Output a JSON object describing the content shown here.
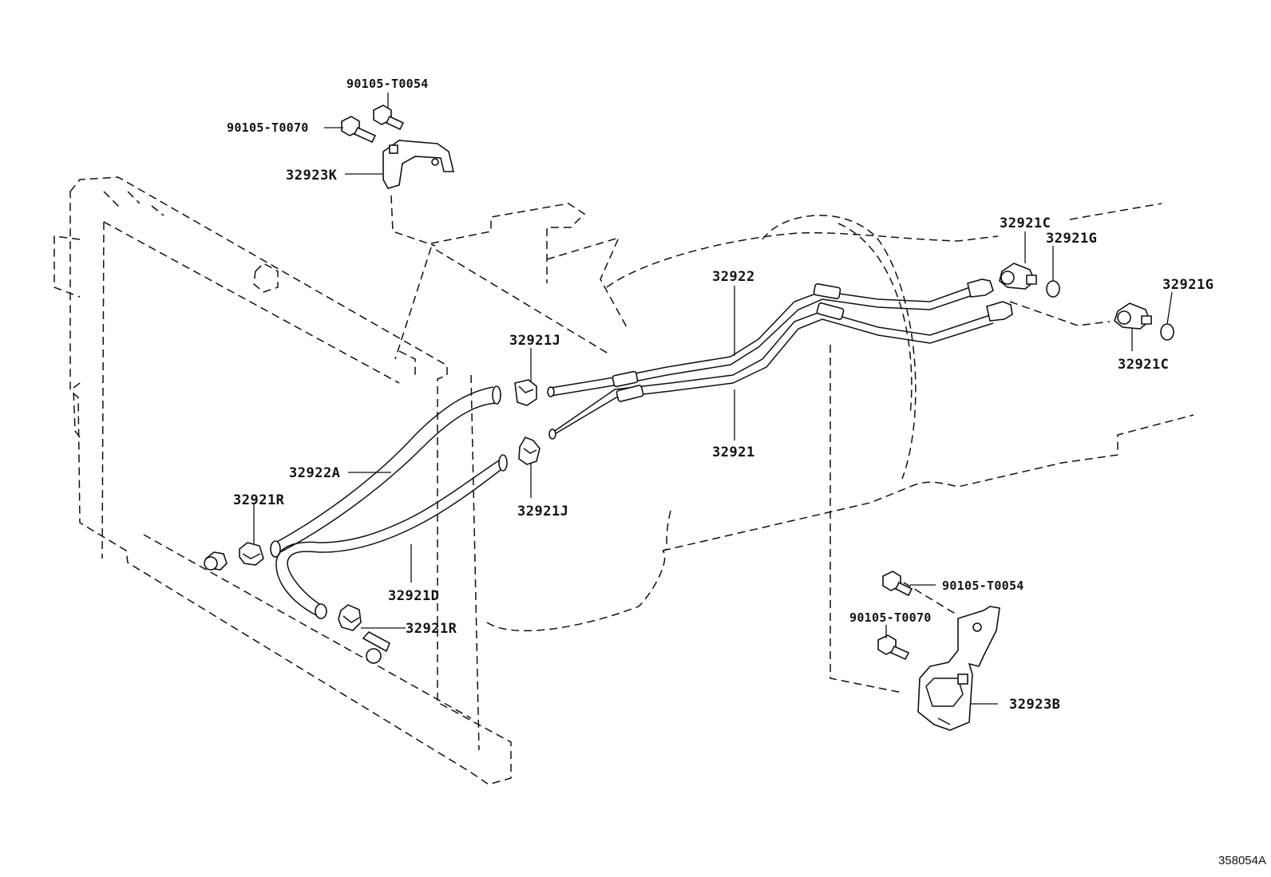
{
  "labels": {
    "bolt_top_a": "90105-T0054",
    "bolt_top_b": "90105-T0070",
    "bracket_top": "32923K",
    "union_upper": "32921C",
    "gasket_upper": "32921G",
    "gasket_lower": "32921G",
    "union_lower": "32921C",
    "tube_upper": "32922",
    "tube_lower": "32921",
    "clamp_j_upper": "32921J",
    "clamp_j_lower": "32921J",
    "hose_upper": "32922A",
    "clamp_r_upper": "32921R",
    "hose_lower": "32921D",
    "clamp_r_lower": "32921R",
    "bolt_bottom_a": "90105-T0054",
    "bolt_bottom_b": "90105-T0070",
    "bracket_bottom": "32923B"
  },
  "reference_code": "358054A"
}
